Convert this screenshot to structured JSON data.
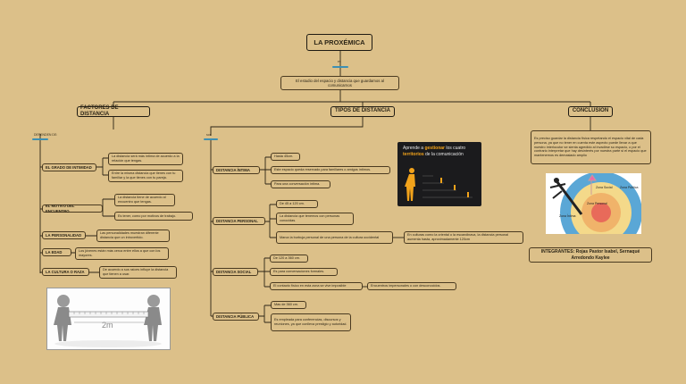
{
  "title": "LA PROXÉMICA",
  "es_label": "es",
  "definition": "El estudio del espacio y distancia que guardamos al comunicarnos",
  "branches": {
    "factores": "FACTORES DE DISTANCIA",
    "tipos": "TIPOS DE DISTANCIA",
    "conclusion": "CONCLUSIÓN"
  },
  "factores": {
    "depends_label": "DEPENDEN DE:",
    "items": [
      {
        "label": "EL GRADO DE INTIMIDAD",
        "notes": [
          "La distancia será más íntima de acuerdo a la relación que tengas.",
          "Entre la misma distancia que tienes con tu familiar y la que tienes con tu pareja."
        ]
      },
      {
        "label": "EL MOTIVO DEL ENCUENTRO",
        "notes": [
          "La distancia tiene de acuerdo al encuentro que tengas.",
          "Es tener, como por motivos de trabajo."
        ]
      },
      {
        "label": "LA PERSONALIDAD",
        "notes": [
          "Las personalidades muestran diferente distancia que un introvertido."
        ]
      },
      {
        "label": "LA EDAD",
        "notes": [
          "Los jóvenes están más cerca entre ellos a que con los mayores."
        ]
      },
      {
        "label": "LA CULTURA O RAZA",
        "notes": [
          "De acuerdo a sus raíces influye la distancia que tienen a usar."
        ]
      }
    ],
    "image_caption": "2m"
  },
  "tipos": {
    "son_label": "son",
    "items": [
      {
        "label": "DISTANCIA ÍNTIMA",
        "notes": [
          "Hasta 45cm.",
          "Este espacio queda reservado para familiares o amigos íntimos.",
          "Para una conversación íntima."
        ]
      },
      {
        "label": "DISTANCIA PERSONAL",
        "notes": [
          "De 45 a 120 cm.",
          "La distancia que tenemos con personas conocidas.",
          "Marca la burbuja personal de una persona de la cultura occidental"
        ],
        "extra": "En culturas como la oriental o la escandinava, la distancia personal aumenta hasta, aproximadamente 120cm"
      },
      {
        "label": "DISTANCIA SOCIAL",
        "notes": [
          "De 120 a 360 cm.",
          "Es para conversaciones formales.",
          "El contacto físico en esta zona se vive imposible"
        ],
        "extra": "Encuentros impersonales o con desconocidos."
      },
      {
        "label": "DISTANCIA PÚBLICA",
        "notes": [
          "Mas de 360 cm.",
          "Es empleada para conferencias, discursos y reuniones, ya que conlleva prestigio y autoridad."
        ]
      }
    ],
    "image_line1": "Aprende a ",
    "image_emph": "gestionar",
    "image_line1b": " los cuatro",
    "image_emph2": "territorios",
    "image_line2": " de la comunicación"
  },
  "conclusion": {
    "text": "Es preciso guardar la distancia física respetando el espacio vital de cada persona, ya que no tener en cuenta este aspecto puede llevar a que nuestro interlocutor se sienta agredido al invadirse su espacio, o por el contrario interpretar que hay desinterés por nuestra parte si el espacio que mantenemos es demasiado amplio",
    "zones": [
      "Zona Social",
      "Zona Pública",
      "Zona Personal",
      "Zona Íntima"
    ],
    "integrantes": "INTEGRANTES: Rojas Pastor Isabel, Sernaqué Arredondo Kaylee"
  },
  "colors": {
    "background": "#dcc089",
    "accent": "#3d8fb3",
    "line": "#2b2416"
  }
}
